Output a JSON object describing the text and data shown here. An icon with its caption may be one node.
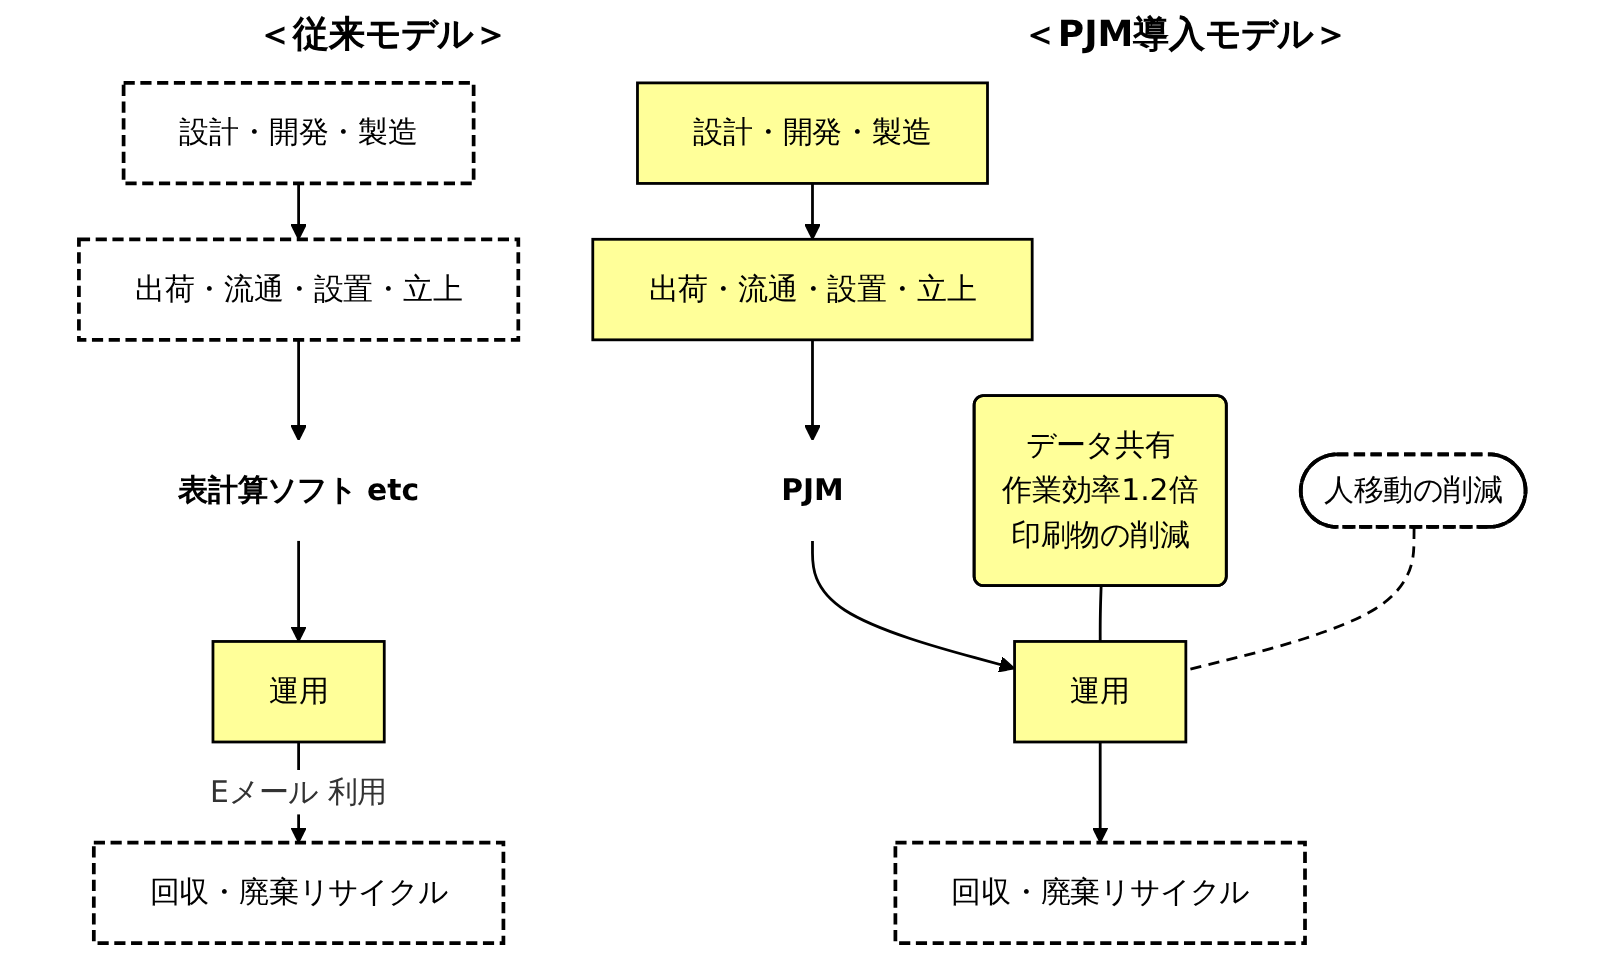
{
  "diagram": {
    "nodes": [
      {
        "text": [
          "設計・開発・製造"
        ]
      },
      {
        "text": [
          "出荷・流通・設置・立上"
        ]
      },
      {
        "text": [
          "表計算ソフト etc"
        ]
      },
      {
        "text": [
          "運用"
        ]
      },
      {
        "text": [
          "回収・廃棄リサイクル"
        ]
      },
      {
        "text": [
          "設計・開発・製造"
        ]
      },
      {
        "text": [
          "出荷・流通・設置・立上"
        ]
      },
      {
        "text": [
          "PJM"
        ]
      },
      {
        "text": [
          "運用"
        ]
      },
      {
        "text": [
          "回収・廃棄リサイクル"
        ]
      },
      {
        "text": [
          "データ共有",
          "作業効率1.2倍",
          "印刷物の削減"
        ]
      },
      {
        "text": [
          "人移動の削減"
        ]
      }
    ],
    "edges": [
      {
        "from": 0,
        "to": 1,
        "arrow": "to"
      },
      {
        "from": 1,
        "to": 2,
        "arrow": "to"
      },
      {
        "from": 2,
        "to": 3,
        "arrow": "to"
      },
      {
        "from": 3,
        "to": 4,
        "arrow": "to",
        "label": "Eメール 利用"
      },
      {
        "from": 5,
        "to": 6,
        "arrow": "to"
      },
      {
        "from": 6,
        "to": 7,
        "arrow": "to"
      },
      {
        "from": 7,
        "to": 8,
        "arrow": "to"
      },
      {
        "from": 8,
        "to": 9,
        "arrow": "to"
      },
      {
        "from": 10,
        "to": 8,
        "arrow": "none"
      },
      {
        "from": 11,
        "to": 8,
        "arrow": "none",
        "style": "dashed"
      }
    ],
    "labels": [
      "＜従来モデル＞",
      "＜PJM導入モデル＞"
    ]
  }
}
